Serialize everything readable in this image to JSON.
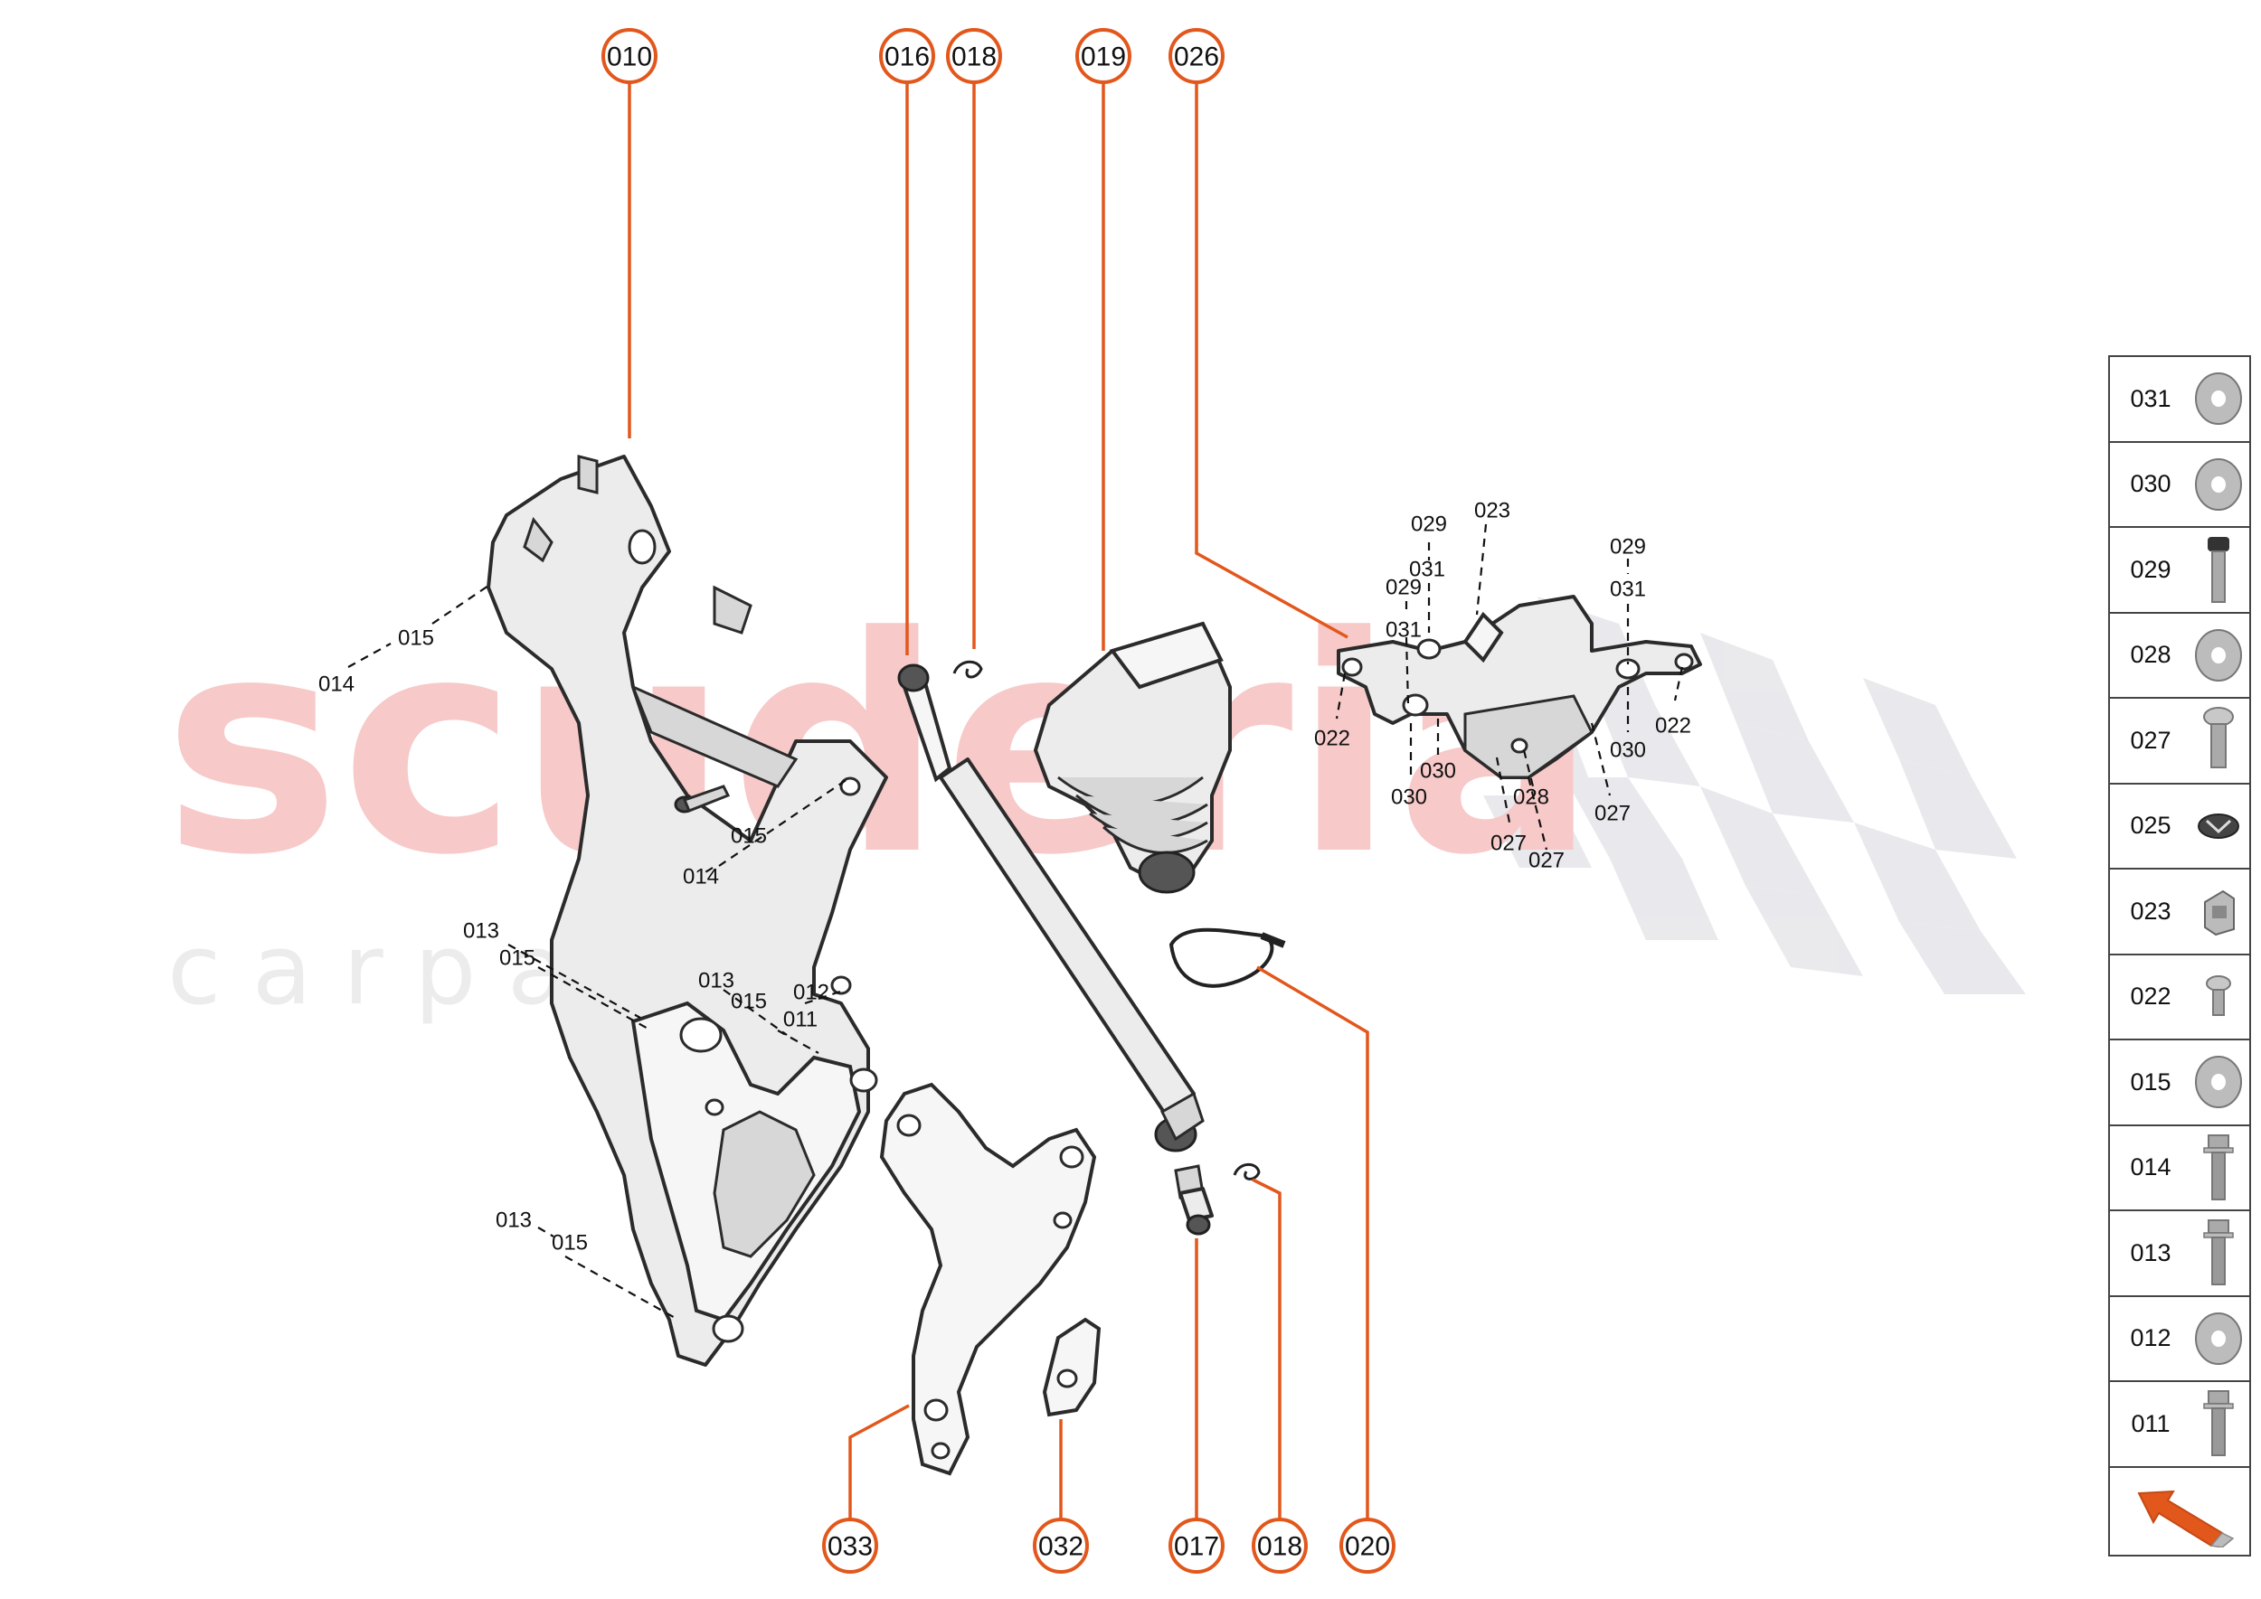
{
  "watermark": {
    "word": "scuderia",
    "sub": "c a r p a r t s"
  },
  "callouts_top": [
    "010",
    "016",
    "018",
    "019",
    "026"
  ],
  "callouts_bottom": [
    "033",
    "032",
    "017",
    "018",
    "020"
  ],
  "labels": {
    "a": "014",
    "b": "015",
    "c": "015",
    "d": "014",
    "e": "013",
    "f": "015",
    "g": "013",
    "h": "015",
    "i": "012",
    "j": "011",
    "k": "013",
    "l": "015",
    "m": "029",
    "n": "023",
    "o": "031",
    "p": "029",
    "q": "031",
    "r": "029",
    "s": "031",
    "t": "022",
    "u": "030",
    "v": "030",
    "w": "028",
    "x": "027",
    "y": "027",
    "z": "027",
    "aa": "030",
    "ab": "022"
  },
  "legend": [
    {
      "code": "031",
      "icon": "washer-icon"
    },
    {
      "code": "030",
      "icon": "washer-icon"
    },
    {
      "code": "029",
      "icon": "bolt-dark-head-icon"
    },
    {
      "code": "028",
      "icon": "washer-icon"
    },
    {
      "code": "027",
      "icon": "screw-icon"
    },
    {
      "code": "025",
      "icon": "clip-nut-icon"
    },
    {
      "code": "023",
      "icon": "bracket-clip-icon"
    },
    {
      "code": "022",
      "icon": "short-screw-icon"
    },
    {
      "code": "015",
      "icon": "washer-icon"
    },
    {
      "code": "014",
      "icon": "flange-bolt-icon"
    },
    {
      "code": "013",
      "icon": "flange-bolt-icon"
    },
    {
      "code": "012",
      "icon": "washer-icon"
    },
    {
      "code": "011",
      "icon": "flange-bolt-icon"
    }
  ],
  "colors": {
    "accent": "#e2571c",
    "watermark": "#f7c9c9",
    "watermark_sub": "#ececec"
  }
}
